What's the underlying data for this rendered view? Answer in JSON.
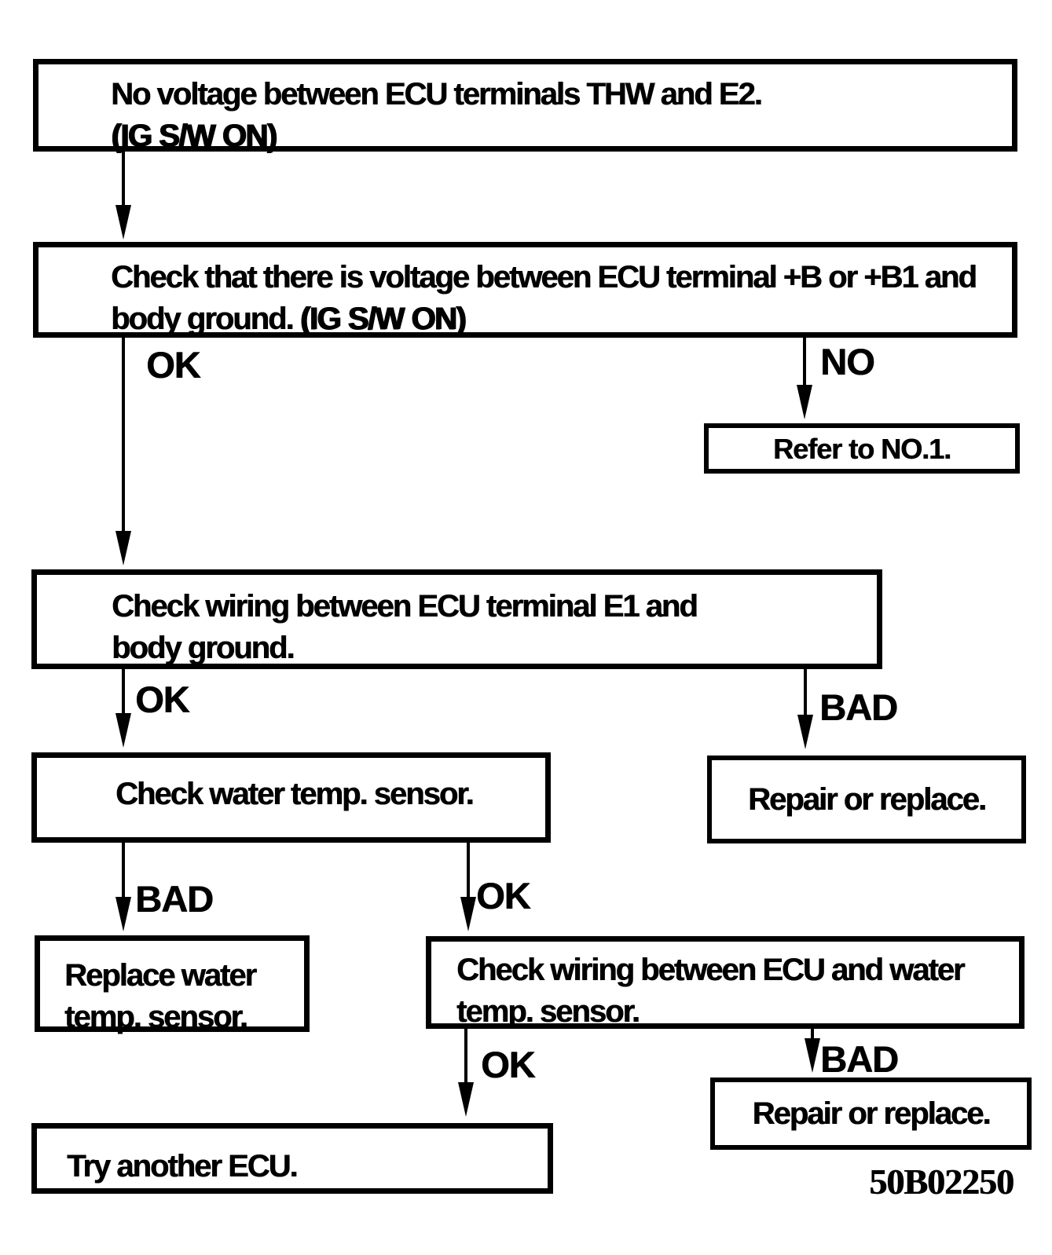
{
  "diagram": {
    "title_code": "50B02250",
    "nodes": {
      "no_voltage": {
        "line1": "No voltage between ECU terminals THW and E2.",
        "line2_heavy": "(IG S/W ON)"
      },
      "check_voltage_b": {
        "line1": "Check that there is voltage between ECU terminal +B or +B1 and",
        "line2": "body ground. ",
        "line2_heavy": "(IG S/W ON)"
      },
      "refer_no1": {
        "line1": "Refer to NO.1."
      },
      "check_wiring_e1": {
        "line1": "Check wiring between ECU terminal E1 and",
        "line2": "body ground."
      },
      "check_water_temp_sensor": {
        "line1": "Check water temp. sensor."
      },
      "repair_or_replace_1": {
        "line1": "Repair or replace."
      },
      "replace_water_temp_sensor": {
        "line1": "Replace water",
        "line2": "temp. sensor."
      },
      "check_wiring_ecu_water": {
        "line1": "Check wiring between ECU and water",
        "line2": "temp. sensor."
      },
      "repair_or_replace_2": {
        "line1": "Repair or replace."
      },
      "try_another_ecu": {
        "line1": "Try another ECU."
      }
    },
    "edge_labels": {
      "ok1": "OK",
      "no1": "NO",
      "ok2": "OK",
      "bad1": "BAD",
      "bad2": "BAD",
      "ok3": "OK",
      "ok4": "OK",
      "bad3": "BAD"
    }
  }
}
